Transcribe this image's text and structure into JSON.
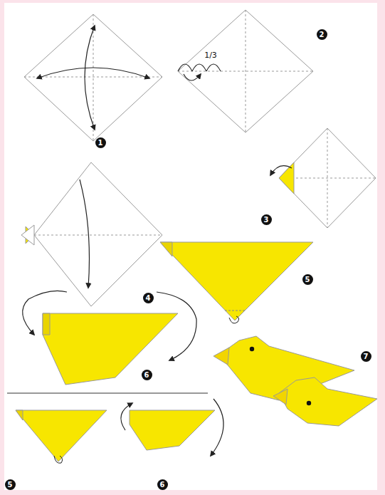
{
  "diagram": {
    "labels": [
      "1",
      "1/3",
      "2",
      "3",
      "4",
      "5",
      "6",
      "7",
      "5",
      "6"
    ]
  }
}
